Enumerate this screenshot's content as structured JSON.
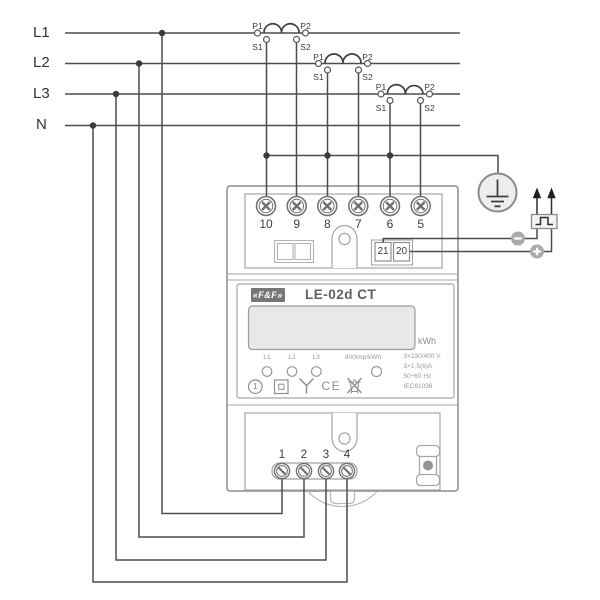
{
  "colors": {
    "wire": "#4d4d4d",
    "meter_outline": "#8c8c8c",
    "panel_outline": "#a6a6a6",
    "lcd_fill": "#e8e8e8",
    "muted_text": "#9a9a9a",
    "symbol_dark": "#2e2e2e",
    "polarity_fill": "#ababab"
  },
  "supply": {
    "phase_labels": [
      "L1",
      "L2",
      "L3",
      "N"
    ]
  },
  "transformers": {
    "count": 3,
    "primary_in": "P1",
    "primary_out": "P2",
    "secondary_in": "S1",
    "secondary_out": "S2"
  },
  "meter": {
    "brand": "«F&F»",
    "model": "LE-02d CT",
    "unit": "kWh",
    "top_terminals": [
      "10",
      "9",
      "8",
      "7",
      "6",
      "5"
    ],
    "pulse_terminals": [
      "21",
      "20"
    ],
    "bottom_terminals": [
      "1",
      "2",
      "3",
      "4"
    ],
    "phase_indicators": [
      "L1",
      "L2",
      "L3"
    ],
    "impulse_constant": "800imp/kWh",
    "specs": [
      "3×230/400 V",
      "3×1,5(6)A",
      "50÷60 Hz",
      "IEC61036"
    ],
    "accuracy_class": "1",
    "ce_mark": "CE"
  }
}
